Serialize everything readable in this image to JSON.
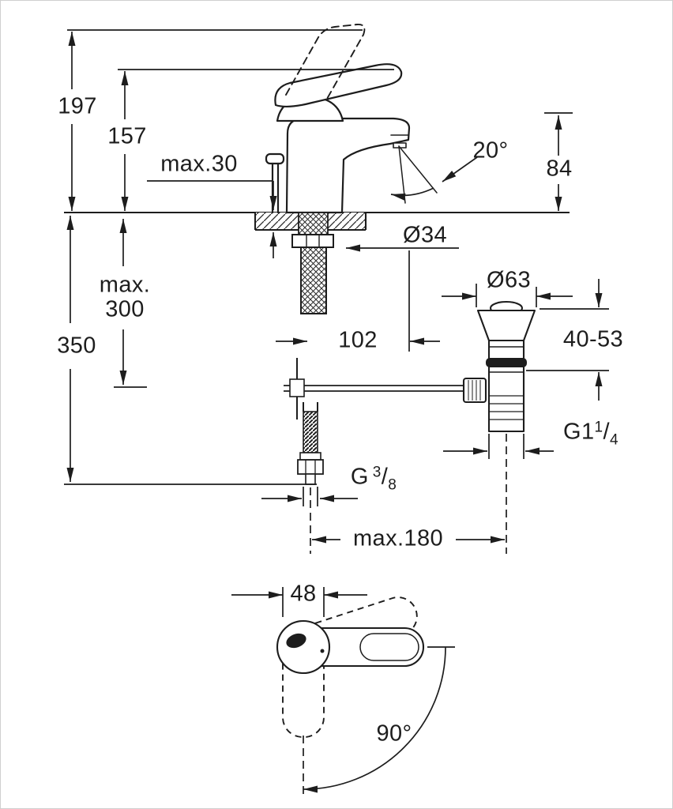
{
  "labels": {
    "total_height": "197",
    "body_height": "157",
    "deck_thickness_max": "max.30",
    "spray_angle": "20°",
    "spout_height": "84",
    "shank_diameter": "Ø34",
    "hose_length_max_line1": "max.",
    "hose_length_max_line2": "300",
    "overall_depth": "350",
    "spout_projection": "102",
    "waste_flange_diameter": "Ø63",
    "waste_deck_thickness": "40-53",
    "waste_thread_prefix": "G1",
    "waste_thread_numerator": "1",
    "waste_thread_slash": "/",
    "waste_thread_denominator": "4",
    "supply_thread_prefix": "G",
    "supply_thread_numerator": "3",
    "supply_thread_slash": "/",
    "supply_thread_denominator": "8",
    "center_distance_max": "max.180",
    "handle_width": "48",
    "handle_swing_angle": "90°"
  }
}
